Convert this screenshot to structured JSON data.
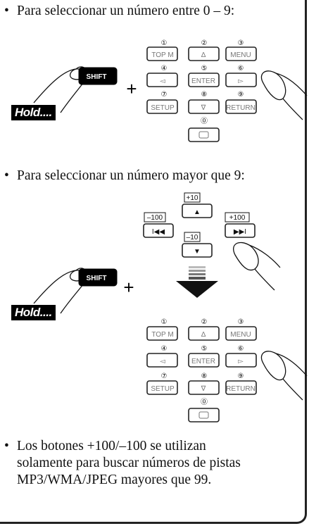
{
  "section1": {
    "bullet": "•",
    "text": "Para seleccionar un número entre 0 – 9:"
  },
  "section2": {
    "bullet": "•",
    "text": "Para seleccionar un número mayor que 9:"
  },
  "note": {
    "bullet": "•",
    "line1": "Los botones +100/–100 se utilizan",
    "line2": "solamente para buscar números de pistas",
    "line3": "MP3/WMA/JPEG mayores que 99."
  },
  "shift_label": "SHIFT",
  "hold_label": "Hold....",
  "plus_sign": "+",
  "keypad": {
    "numbers": [
      "①",
      "②",
      "③",
      "④",
      "⑤",
      "⑥",
      "⑦",
      "⑧",
      "⑨",
      "⓪"
    ],
    "labels": {
      "top_m": "TOP M",
      "up": "∆",
      "menu": "MENU",
      "left": "◅",
      "enter": "ENTER",
      "right": "▻",
      "setup": "SETUP",
      "down": "∇",
      "return": "RETURN"
    }
  },
  "skip_pad": {
    "plus10": "+10",
    "minus10": "–10",
    "minus100": "–100",
    "plus100": "+100",
    "up": "▲",
    "down": "▼",
    "prev": "I◀◀",
    "next": "▶▶I"
  },
  "colors": {
    "ink": "#111111",
    "button_border": "#222222",
    "button_label": "#777777",
    "hold_bg": "#000000"
  }
}
